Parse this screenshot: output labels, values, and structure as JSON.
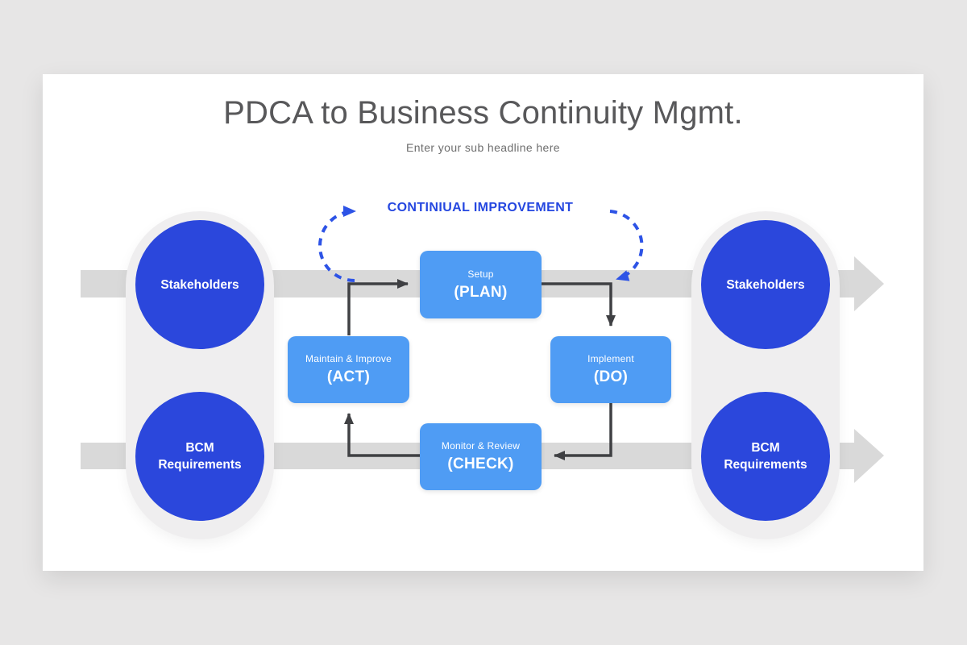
{
  "title": "PDCA to Business Continuity Mgmt.",
  "subtitle": "Enter your sub headline here",
  "cycle": {
    "banner": "CONTINIUAL IMPROVEMENT",
    "steps": {
      "plan": {
        "label": "Setup",
        "phase": "(PLAN)"
      },
      "do": {
        "label": "Implement",
        "phase": "(DO)"
      },
      "check": {
        "label": "Monitor & Review",
        "phase": "(CHECK)"
      },
      "act": {
        "label": "Maintain & Improve",
        "phase": "(ACT)"
      }
    }
  },
  "rails": {
    "left": {
      "top": "Stakeholders",
      "bottom": "BCM Requirements"
    },
    "right": {
      "top": "Stakeholders",
      "bottom": "BCM Requirements"
    }
  },
  "icons": {
    "flow_arrows": "right-arrow-icon",
    "cycle_arrows": "dashed-curve-arrow-icon"
  },
  "colors": {
    "circle_blue": "#2b47dc",
    "box_blue": "#4f9cf4",
    "banner_blue": "#2547e0",
    "dashed_arc_blue": "#2d53e6",
    "band_gray": "#d9d9d9",
    "rail_gray": "#efeeef",
    "arrow_dark": "#3f4043",
    "title_gray": "#58585a",
    "subtitle_gray": "#6e6e6e",
    "slide_bg": "#ffffff",
    "page_bg": "#e7e6e6"
  }
}
